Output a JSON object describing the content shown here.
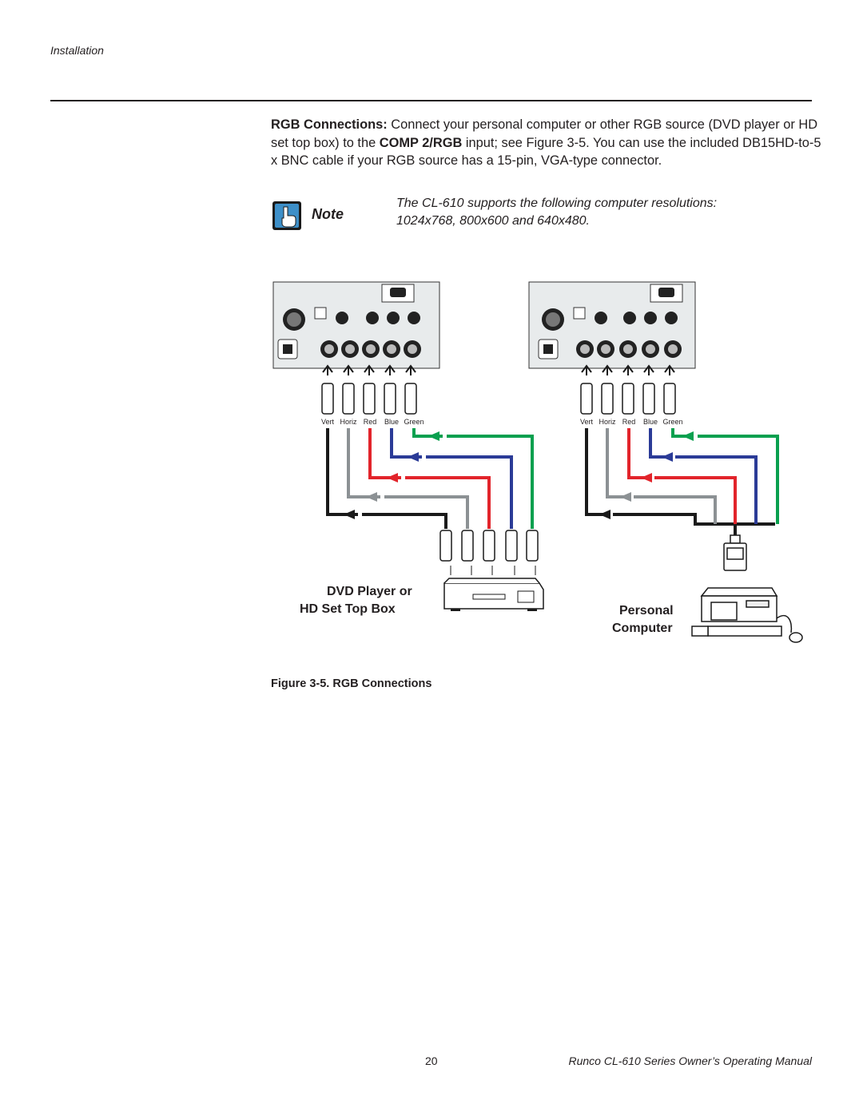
{
  "header": {
    "section": "Installation"
  },
  "body": {
    "lead": "RGB Connections:",
    "text1": " Connect your personal computer or other RGB source (DVD player or HD set top box) to the ",
    "input_name": "COMP 2/RGB",
    "text2": " input; see Figure 3-5. You can use the included DB15HD-to-5 x BNC cable if your RGB source has a 15-pin, VGA-type connector."
  },
  "note": {
    "label": "Note",
    "line1": "The CL-610 supports the following computer resolutions:",
    "line2": "1024x768, 800x600 and 640x480."
  },
  "diagram": {
    "cable_labels": [
      "Vert",
      "Horiz",
      "Red",
      "Blue",
      "Green"
    ],
    "dvd_label_line1": "DVD Player or",
    "dvd_label_line2": "HD Set Top Box",
    "pc_label_line1": "Personal",
    "pc_label_line2": "Computer",
    "colors": {
      "vert": "#1a1a1a",
      "horiz": "#8c9194",
      "red": "#e2242b",
      "blue": "#2b3b97",
      "green": "#0aa04f",
      "panel": "#e8ebec"
    }
  },
  "figure": {
    "caption": "Figure 3-5. RGB Connections"
  },
  "footer": {
    "page_number": "20",
    "manual_title": "Runco CL-610 Series Owner’s Operating Manual"
  }
}
